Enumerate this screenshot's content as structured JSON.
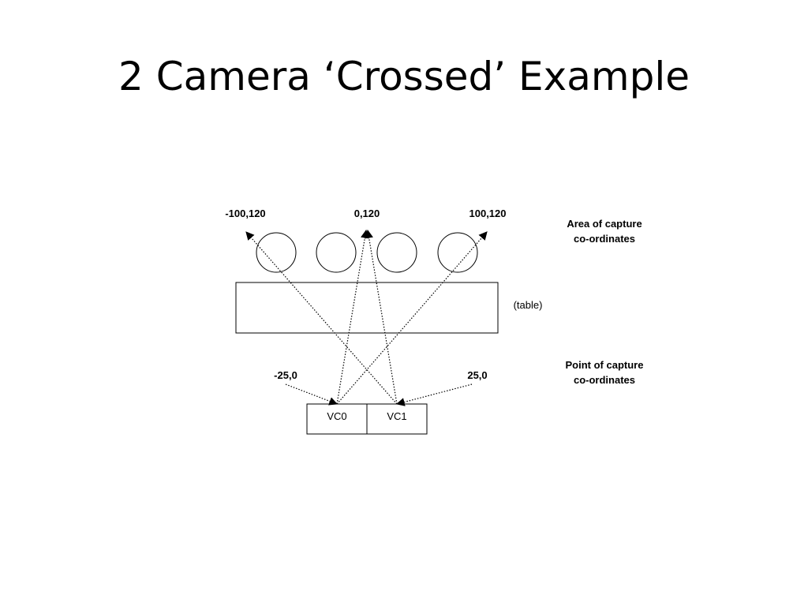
{
  "slide": {
    "title": "2 Camera ‘Crossed’ Example"
  },
  "diagram": {
    "capture_area_coords": {
      "left": "-100,120",
      "center": "0,120",
      "right": "100,120"
    },
    "capture_point_coords": {
      "left": "-25,0",
      "right": "25,0"
    },
    "legend": {
      "area_line1": "Area of capture",
      "area_line2": "co-ordinates",
      "point_line1": "Point of capture",
      "point_line2": "co-ordinates"
    },
    "table_label": "(table)",
    "cameras": [
      "VC0",
      "VC1"
    ]
  }
}
